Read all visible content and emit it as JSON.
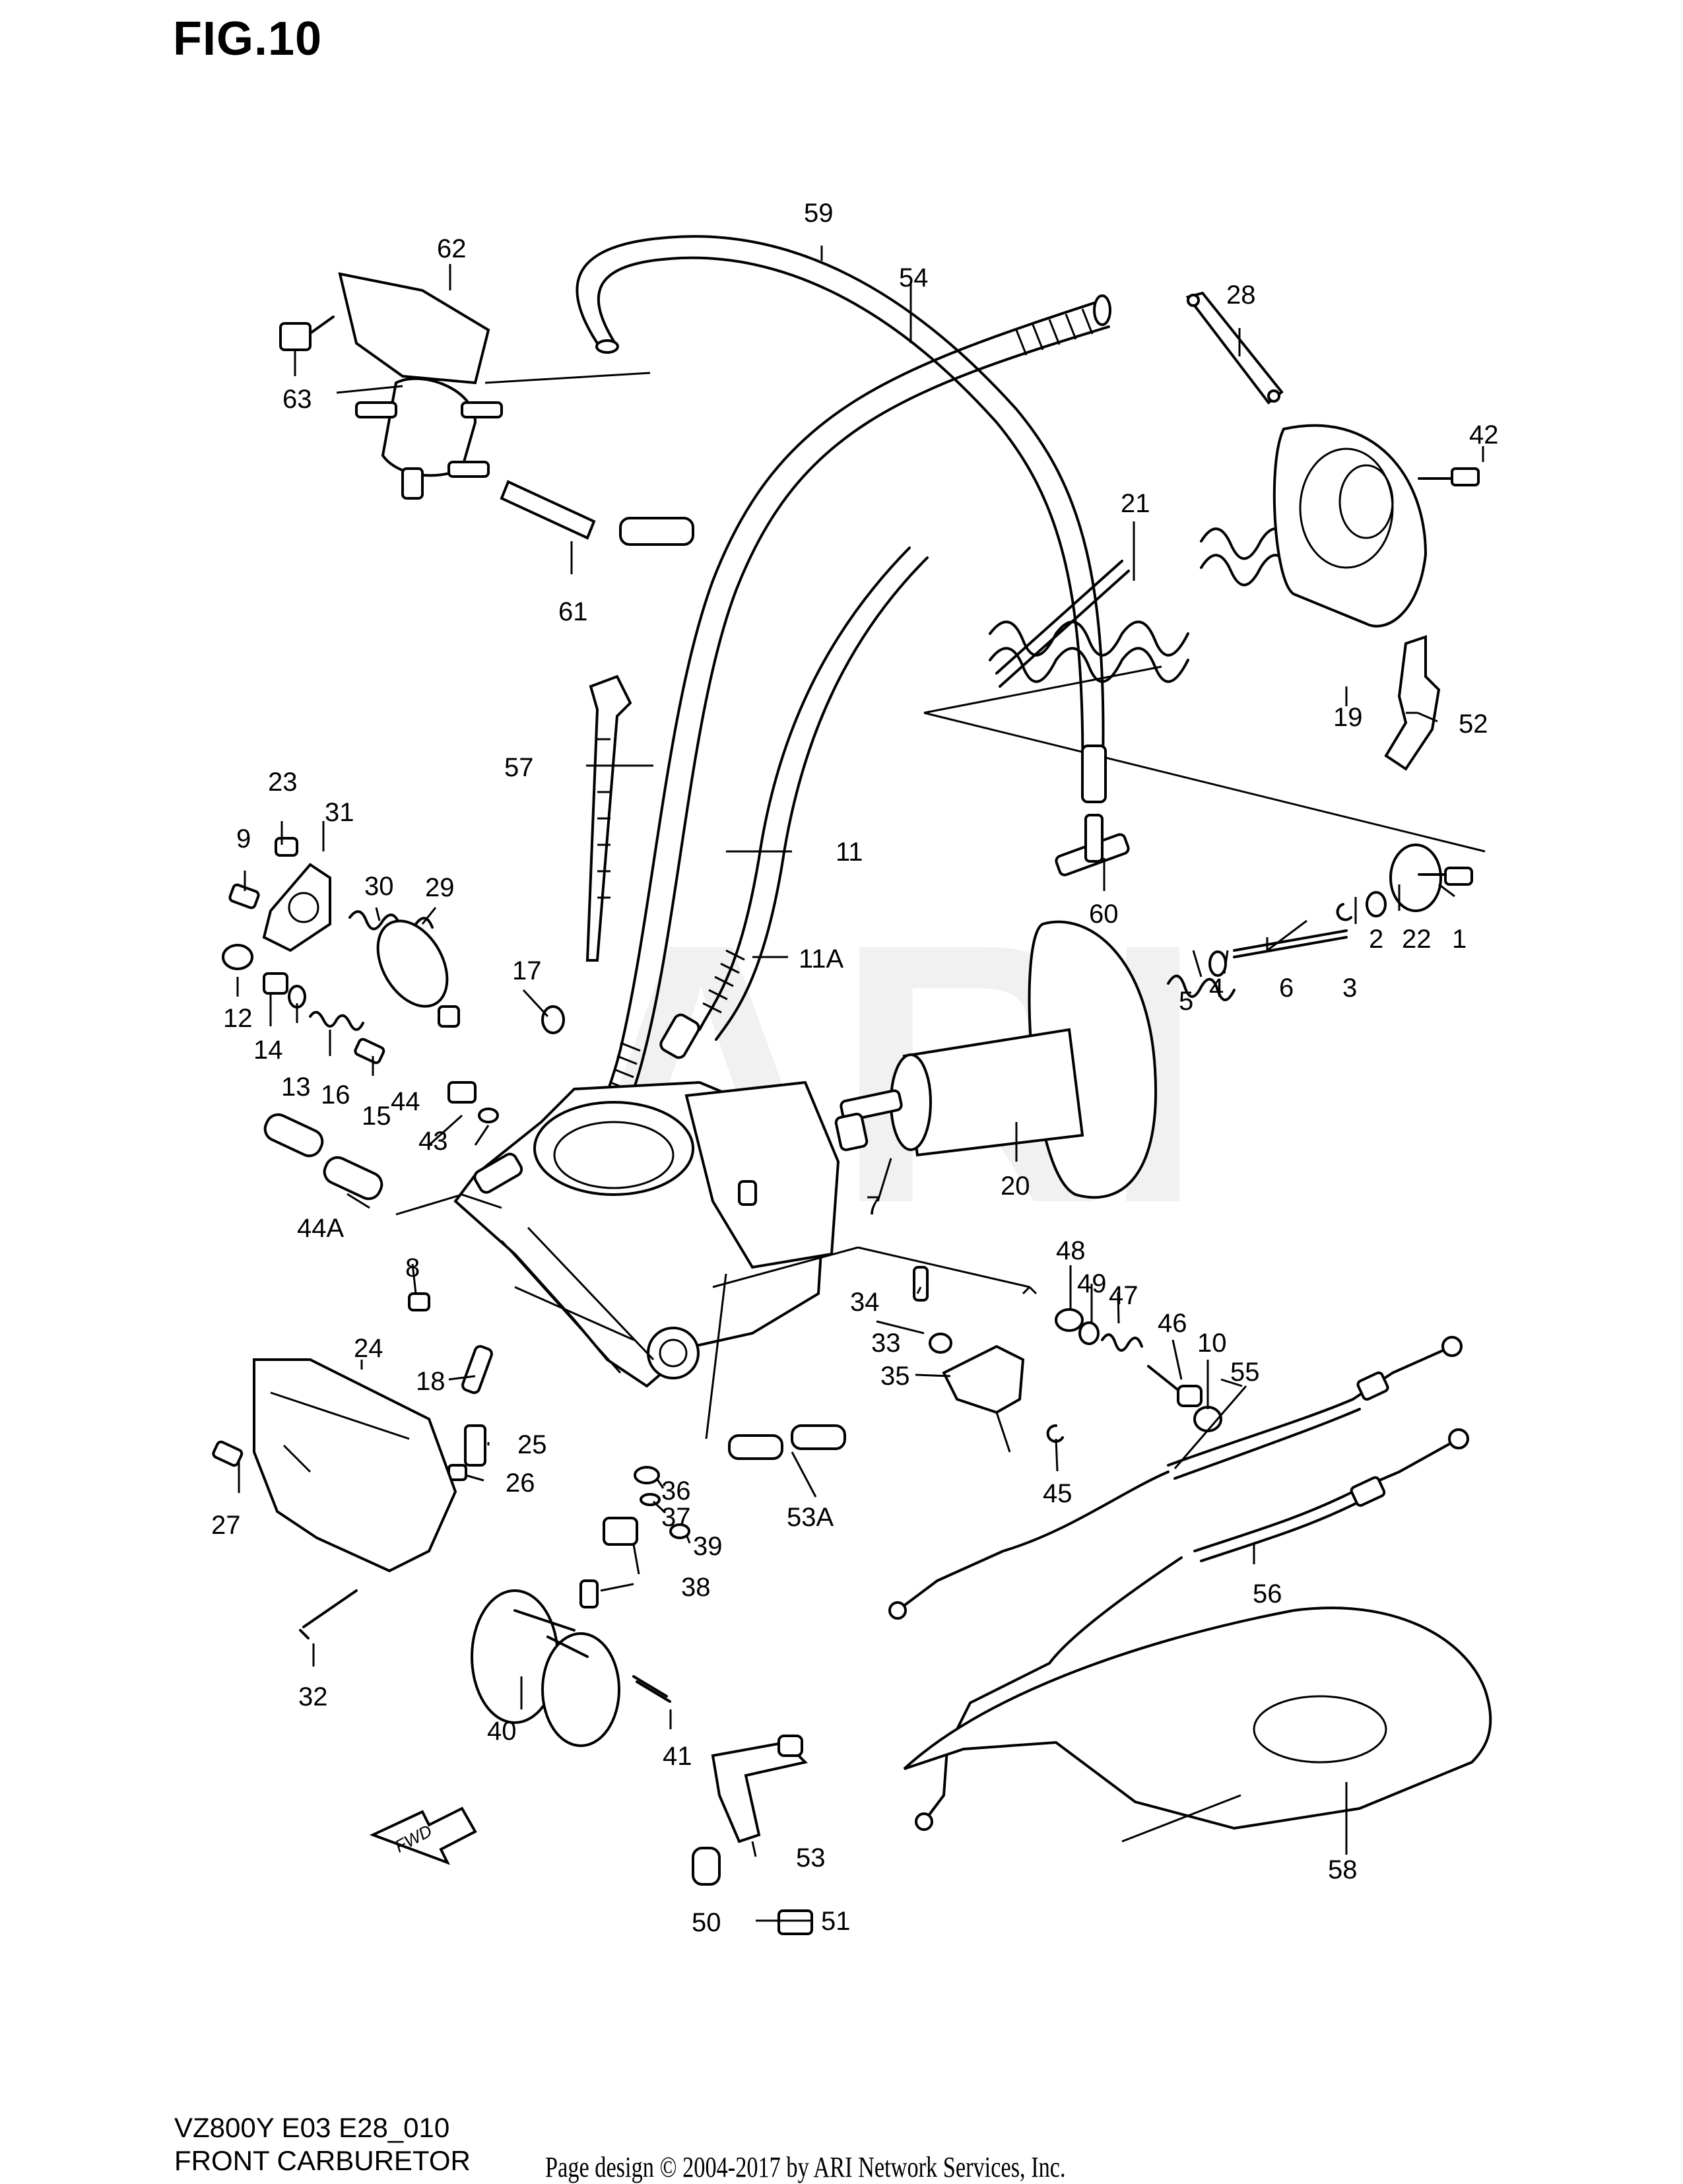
{
  "figure": {
    "title": "FIG.10",
    "model_code": "VZ800Y E03 E28_010",
    "name": "FRONT CARBURETOR",
    "copyright": "Page design © 2004-2017 by ARI Network Services, Inc.",
    "watermark": "ARI",
    "direction_marker": "FWD"
  },
  "callouts": [
    {
      "id": "c1",
      "text": "1"
    },
    {
      "id": "c2",
      "text": "2"
    },
    {
      "id": "c3",
      "text": "3"
    },
    {
      "id": "c4",
      "text": "4"
    },
    {
      "id": "c5",
      "text": "5"
    },
    {
      "id": "c6",
      "text": "6"
    },
    {
      "id": "c7",
      "text": "7"
    },
    {
      "id": "c8",
      "text": "8"
    },
    {
      "id": "c9",
      "text": "9"
    },
    {
      "id": "c10",
      "text": "10"
    },
    {
      "id": "c11",
      "text": "11"
    },
    {
      "id": "c11a",
      "text": "11A"
    },
    {
      "id": "c12",
      "text": "12"
    },
    {
      "id": "c13",
      "text": "13"
    },
    {
      "id": "c14",
      "text": "14"
    },
    {
      "id": "c15",
      "text": "15"
    },
    {
      "id": "c16",
      "text": "16"
    },
    {
      "id": "c17",
      "text": "17"
    },
    {
      "id": "c18",
      "text": "18"
    },
    {
      "id": "c19",
      "text": "19"
    },
    {
      "id": "c20",
      "text": "20"
    },
    {
      "id": "c21",
      "text": "21"
    },
    {
      "id": "c22",
      "text": "22"
    },
    {
      "id": "c23",
      "text": "23"
    },
    {
      "id": "c24",
      "text": "24"
    },
    {
      "id": "c25",
      "text": "25"
    },
    {
      "id": "c26",
      "text": "26"
    },
    {
      "id": "c27",
      "text": "27"
    },
    {
      "id": "c28",
      "text": "28"
    },
    {
      "id": "c29",
      "text": "29"
    },
    {
      "id": "c30",
      "text": "30"
    },
    {
      "id": "c31",
      "text": "31"
    },
    {
      "id": "c32",
      "text": "32"
    },
    {
      "id": "c33",
      "text": "33"
    },
    {
      "id": "c34",
      "text": "34"
    },
    {
      "id": "c35",
      "text": "35"
    },
    {
      "id": "c36",
      "text": "36"
    },
    {
      "id": "c37",
      "text": "37"
    },
    {
      "id": "c38",
      "text": "38"
    },
    {
      "id": "c39",
      "text": "39"
    },
    {
      "id": "c40",
      "text": "40"
    },
    {
      "id": "c41",
      "text": "41"
    },
    {
      "id": "c42",
      "text": "42"
    },
    {
      "id": "c43",
      "text": "43"
    },
    {
      "id": "c44",
      "text": "44"
    },
    {
      "id": "c44a",
      "text": "44A"
    },
    {
      "id": "c45",
      "text": "45"
    },
    {
      "id": "c46",
      "text": "46"
    },
    {
      "id": "c47",
      "text": "47"
    },
    {
      "id": "c48",
      "text": "48"
    },
    {
      "id": "c49",
      "text": "49"
    },
    {
      "id": "c50",
      "text": "50"
    },
    {
      "id": "c51",
      "text": "51"
    },
    {
      "id": "c52",
      "text": "52"
    },
    {
      "id": "c53",
      "text": "53"
    },
    {
      "id": "c53a",
      "text": "53A"
    },
    {
      "id": "c54",
      "text": "54"
    },
    {
      "id": "c55",
      "text": "55"
    },
    {
      "id": "c56",
      "text": "56"
    },
    {
      "id": "c57",
      "text": "57"
    },
    {
      "id": "c58",
      "text": "58"
    },
    {
      "id": "c59",
      "text": "59"
    },
    {
      "id": "c60",
      "text": "60"
    },
    {
      "id": "c61",
      "text": "61"
    },
    {
      "id": "c62",
      "text": "62"
    },
    {
      "id": "c63",
      "text": "63"
    }
  ]
}
